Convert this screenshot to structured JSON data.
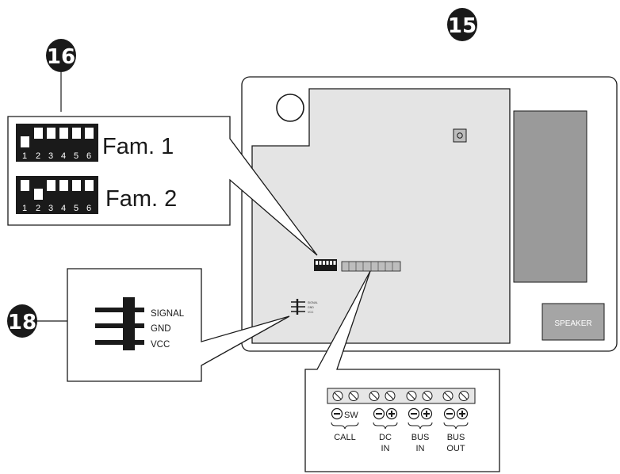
{
  "callouts": {
    "pcb_button": "15",
    "dip_switch": "16",
    "pin_header": "18"
  },
  "dip_switch": {
    "numbers": [
      "1",
      "2",
      "3",
      "4",
      "5",
      "6"
    ],
    "settings": [
      {
        "label": "Fam. 1",
        "down_switches": [
          1
        ]
      },
      {
        "label": "Fam. 2",
        "down_switches": [
          2
        ]
      }
    ]
  },
  "pin_header": {
    "pins": [
      "SIGNAL",
      "GND",
      "VCC"
    ]
  },
  "speaker": {
    "label": "SPEAKER"
  },
  "terminals": {
    "groups": [
      {
        "polarity": [
          "−",
          "SW"
        ],
        "line1": "CALL",
        "line2": ""
      },
      {
        "polarity": [
          "−",
          "+"
        ],
        "line1": "DC",
        "line2": "IN"
      },
      {
        "polarity": [
          "−",
          "+"
        ],
        "line1": "BUS",
        "line2": "IN"
      },
      {
        "polarity": [
          "−",
          "+"
        ],
        "line1": "BUS",
        "line2": "OUT"
      }
    ]
  },
  "colors": {
    "ink": "#1a1a1a",
    "board": "#e4e4e4",
    "speaker_area": "#9a9a9a",
    "speaker_box": "#a5a5a5",
    "terminal_block": "#bdbdbd"
  }
}
